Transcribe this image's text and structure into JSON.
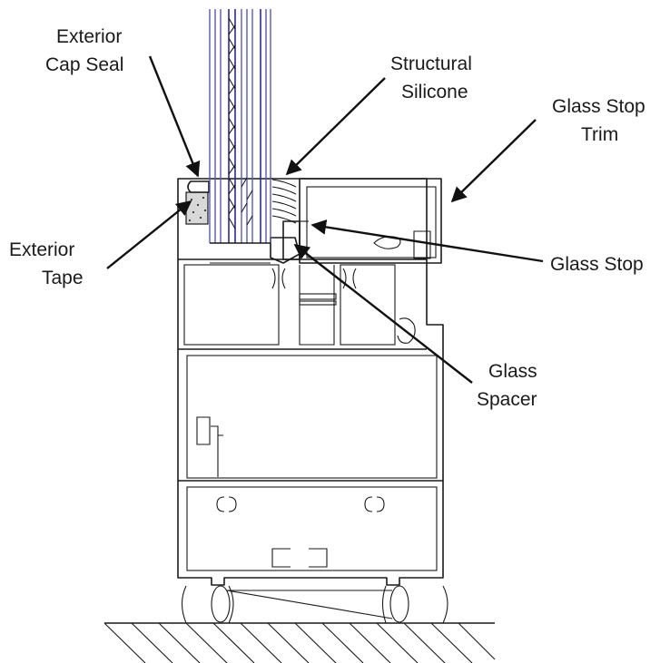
{
  "labels": {
    "exterior_cap_seal": [
      "Exterior",
      "Cap Seal"
    ],
    "structural_silicone": [
      "Structural",
      "Silicone"
    ],
    "glass_stop_trim": [
      "Glass Stop",
      "Trim"
    ],
    "exterior_tape": [
      "Exterior",
      "Tape"
    ],
    "glass_stop": [
      "Glass Stop"
    ],
    "glass_spacer": [
      "Glass",
      "Spacer"
    ]
  },
  "colors": {
    "glass_lines": "#5a5ab4",
    "glass_dark": "#2a2a8a",
    "outline": "#1a1a1a"
  }
}
